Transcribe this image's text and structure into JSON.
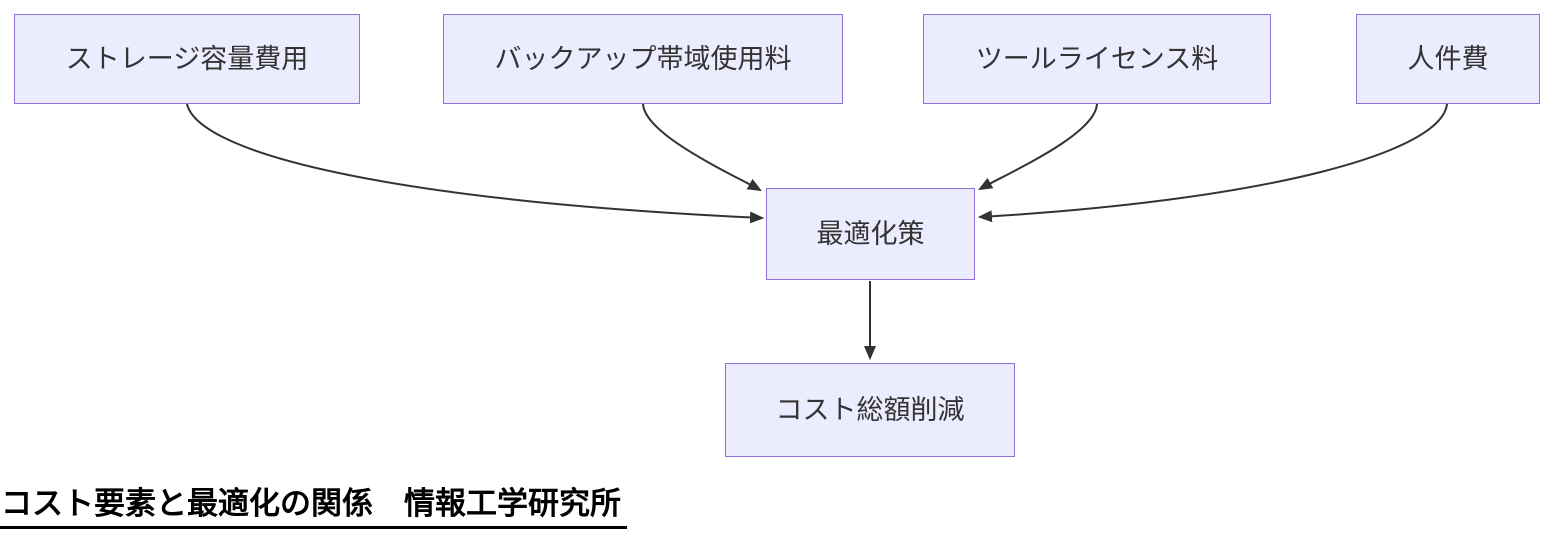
{
  "diagram": {
    "title_caption": "コスト要素と最適化の関係　情報工学研究所",
    "nodes": [
      {
        "id": "storage",
        "label": "ストレージ容量費用"
      },
      {
        "id": "backup",
        "label": "バックアップ帯域使用料"
      },
      {
        "id": "license",
        "label": "ツールライセンス料"
      },
      {
        "id": "labor",
        "label": "人件費"
      },
      {
        "id": "optimization",
        "label": "最適化策"
      },
      {
        "id": "cost_reduction",
        "label": "コスト総額削減"
      }
    ],
    "edges": [
      {
        "from": "storage",
        "to": "optimization"
      },
      {
        "from": "backup",
        "to": "optimization"
      },
      {
        "from": "license",
        "to": "optimization"
      },
      {
        "from": "labor",
        "to": "optimization"
      },
      {
        "from": "optimization",
        "to": "cost_reduction"
      }
    ]
  },
  "colors": {
    "node_fill": "#ECECFF",
    "node_border": "#9370DB",
    "edge": "#333333",
    "node_text": "#333333",
    "caption": "#000000",
    "background": "#ffffff"
  }
}
